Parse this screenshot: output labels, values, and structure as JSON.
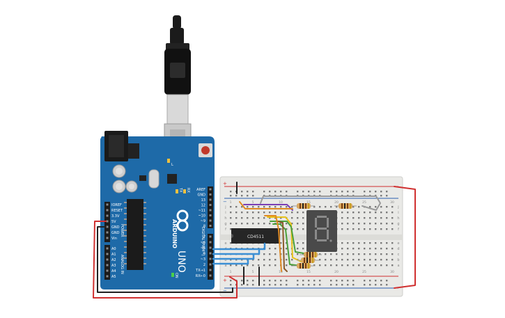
{
  "arduino": {
    "brand": "ARDUINO",
    "model": "UNO",
    "tx_label": "TX",
    "rx_label": "RX",
    "l_label": "L",
    "on_label": "ON",
    "power_title": "POWER",
    "analog_title": "ANALOG IN",
    "digital_title": "DIGITAL (PWM~)",
    "power_pins": [
      "IOREF",
      "RESET",
      "3.3V",
      "5V",
      "GND",
      "GND",
      "Vin"
    ],
    "analog_pins": [
      "A0",
      "A1",
      "A2",
      "A3",
      "A4",
      "A5"
    ],
    "digital_top": [
      "AREF",
      "GND",
      "13",
      "12",
      "~11",
      "~10",
      "~9",
      "8"
    ],
    "digital_bottom": [
      "7",
      "~6",
      "~5",
      "4",
      "~3",
      "2",
      "TX→1",
      "RX←0"
    ]
  },
  "chip": {
    "label": "CD4511"
  },
  "breadboard": {
    "plus": "+",
    "minus": "−",
    "row_letters": [
      "a",
      "b",
      "c",
      "d",
      "e",
      "f",
      "g",
      "h",
      "i",
      "j"
    ],
    "col_numbers": [
      "1",
      "5",
      "10",
      "15",
      "20",
      "25",
      "30"
    ]
  },
  "colors": {
    "board": "#1e6aa8",
    "board_dark": "#164f80",
    "breadboard": "#e9e9e6",
    "wire_blue": "#3b8fd4",
    "wire_red": "#d03030",
    "wire_black": "#222222",
    "wire_purple": "#7b3fb5",
    "wire_orange": "#e08a22",
    "wire_yellow": "#e8c21a",
    "wire_green": "#4aa03a",
    "wire_brown": "#8a5a2b",
    "wire_gray": "#9a9a9a",
    "display": "#4a4a4a"
  }
}
